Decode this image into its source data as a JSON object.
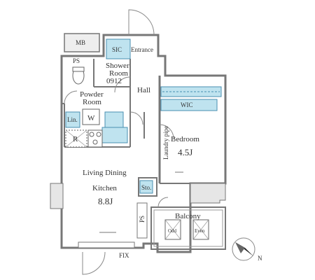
{
  "rooms": {
    "mb": "MB",
    "ps_top": "PS",
    "sic": "SIC",
    "entrance": "Entrance",
    "shower_line1": "Shower",
    "shower_line2": "Room",
    "shower_size": "0912",
    "hall": "Hall",
    "powder_line1": "Powder",
    "powder_line2": "Room",
    "lin": "Lin.",
    "w": "W",
    "r": "R",
    "wic": "WIC",
    "laundry": "Laundry pipe",
    "bedroom": "Bedroom",
    "bedroom_size": "4.5J",
    "living_line1": "Living Dining",
    "living_line2": "Kitchen",
    "living_size": "8.8J",
    "sto": "Sto.",
    "ps_bottom": "PS",
    "balcony": "Balcony",
    "odd": "Odd",
    "even": "Even",
    "fix": "FIX",
    "north": "N"
  },
  "colors": {
    "wall": "#777777",
    "wall_fill": "#e6e6e6",
    "fixture": "#bfe3ef",
    "fixture_stroke": "#4a8fb0",
    "text": "#333333"
  }
}
